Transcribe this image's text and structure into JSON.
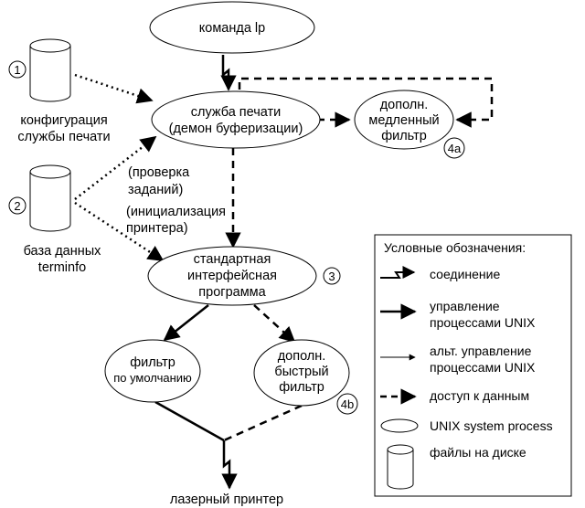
{
  "nodes": {
    "lp_command": "команда lp",
    "print_service": [
      "служба печати",
      "(демон буферизации)"
    ],
    "slow_filter": [
      "дополн.",
      "медленный",
      "фильтр"
    ],
    "standard_interface": [
      "стандартная",
      "интерфейсная",
      "программа"
    ],
    "default_filter": [
      "фильтр",
      "по умолчанию"
    ],
    "fast_filter": [
      "дополн.",
      "быстрый",
      "фильтр"
    ],
    "laser_printer": "лазерный принтер"
  },
  "disks": {
    "config": [
      "конфигурация",
      "службы печати"
    ],
    "terminfo": [
      "база данных",
      "terminfo"
    ]
  },
  "markers": {
    "m1": "1",
    "m2": "2",
    "m3": "3",
    "m4a": "4a",
    "m4b": "4b"
  },
  "edge_labels": {
    "check_jobs": [
      "(проверка",
      "заданий)"
    ],
    "init_printer": [
      "(инициализация",
      "принтера)"
    ]
  },
  "legend": {
    "title": "Условные обозначения:",
    "items": {
      "connection": "соединение",
      "unix_control": [
        "управление",
        "процессами UNIX"
      ],
      "alt_control": [
        "альт. управление",
        "процессами UNIX"
      ],
      "data_access": "доступ к данным",
      "process": "UNIX system process",
      "disk_files": "файлы на диске"
    }
  }
}
